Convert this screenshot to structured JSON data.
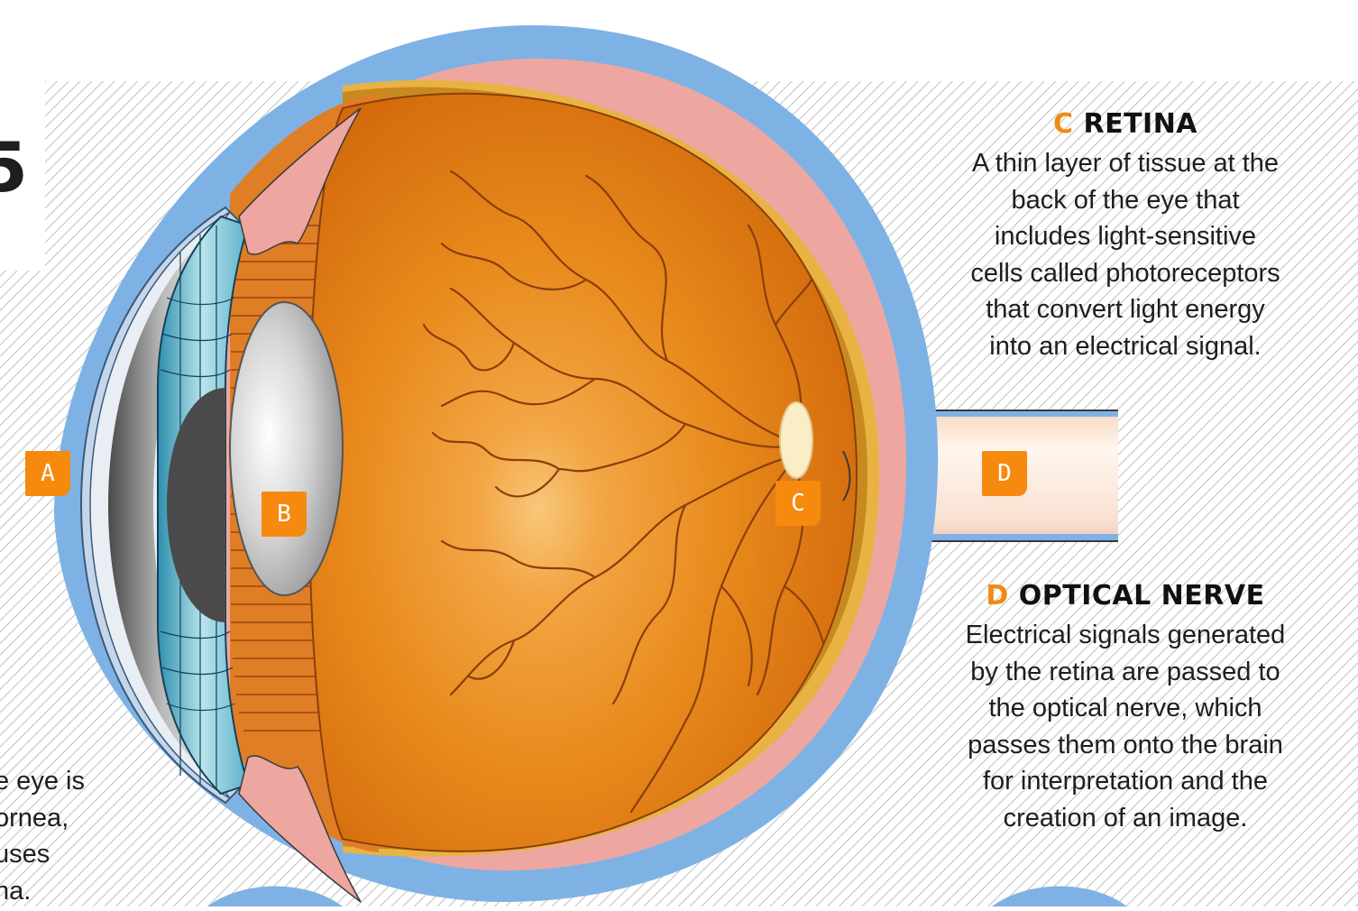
{
  "labels": {
    "a": "A",
    "b": "B",
    "c": "C",
    "d": "D"
  },
  "corner_digit": "5",
  "retina": {
    "letter": "C",
    "title": "RETINA",
    "lines": [
      "A thin layer of tissue at the",
      "back of the eye that",
      "includes light-sensitive",
      "cells called photoreceptors",
      "that convert light energy",
      "into an electrical signal."
    ]
  },
  "optical_nerve": {
    "letter": "D",
    "title": "OPTICAL NERVE",
    "lines": [
      "Electrical signals generated",
      "by the retina are passed to",
      "the optical nerve, which",
      "passes them onto the brain",
      "for interpretation and the",
      "creation of an image."
    ]
  },
  "left_fragment": {
    "lines": [
      "e eye is",
      "ornea,",
      "uses",
      "na."
    ]
  },
  "colors": {
    "accent": "#f58a0f",
    "sclera_outer": "#7fb2e4",
    "sclera_pink": "#eda7a0",
    "eyeball_orange": "#e9861a",
    "vessel": "#8b3e0c",
    "hatch": "#c9c9c9"
  }
}
